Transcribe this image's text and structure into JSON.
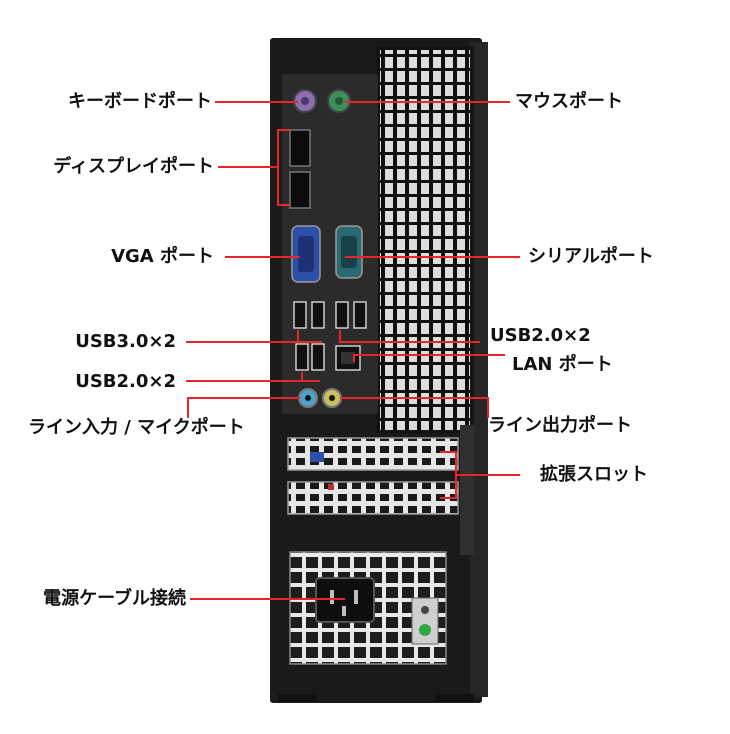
{
  "labels": {
    "keyboard_port": "キーボードポート",
    "mouse_port": "マウスポート",
    "display_port": "ディスプレイポート",
    "vga_port": "VGA ポート",
    "serial_port": "シリアルポート",
    "usb30": "USB3.0×2",
    "usb20_right": "USB2.0×2",
    "lan_port": "LAN ポート",
    "usb20_left": "USB2.0×2",
    "line_in_mic": "ライン入力 / マイクポート",
    "line_out": "ライン出力ポート",
    "expansion_slot": "拡張スロット",
    "power_cable": "電源ケーブル接続"
  },
  "colors": {
    "leader_line": "#e8262a",
    "chassis": "#1a1a1a",
    "port_panel": "#2b2b2b",
    "ps2_keyboard": "#8a6fae",
    "ps2_mouse": "#3b8f5a",
    "vga_connector": "#2d4fa8",
    "serial_connector": "#2a6a72",
    "line_in_jack": "#4aa3c8",
    "line_out_jack": "#c8c060",
    "psu_led": "#2ea84a"
  }
}
